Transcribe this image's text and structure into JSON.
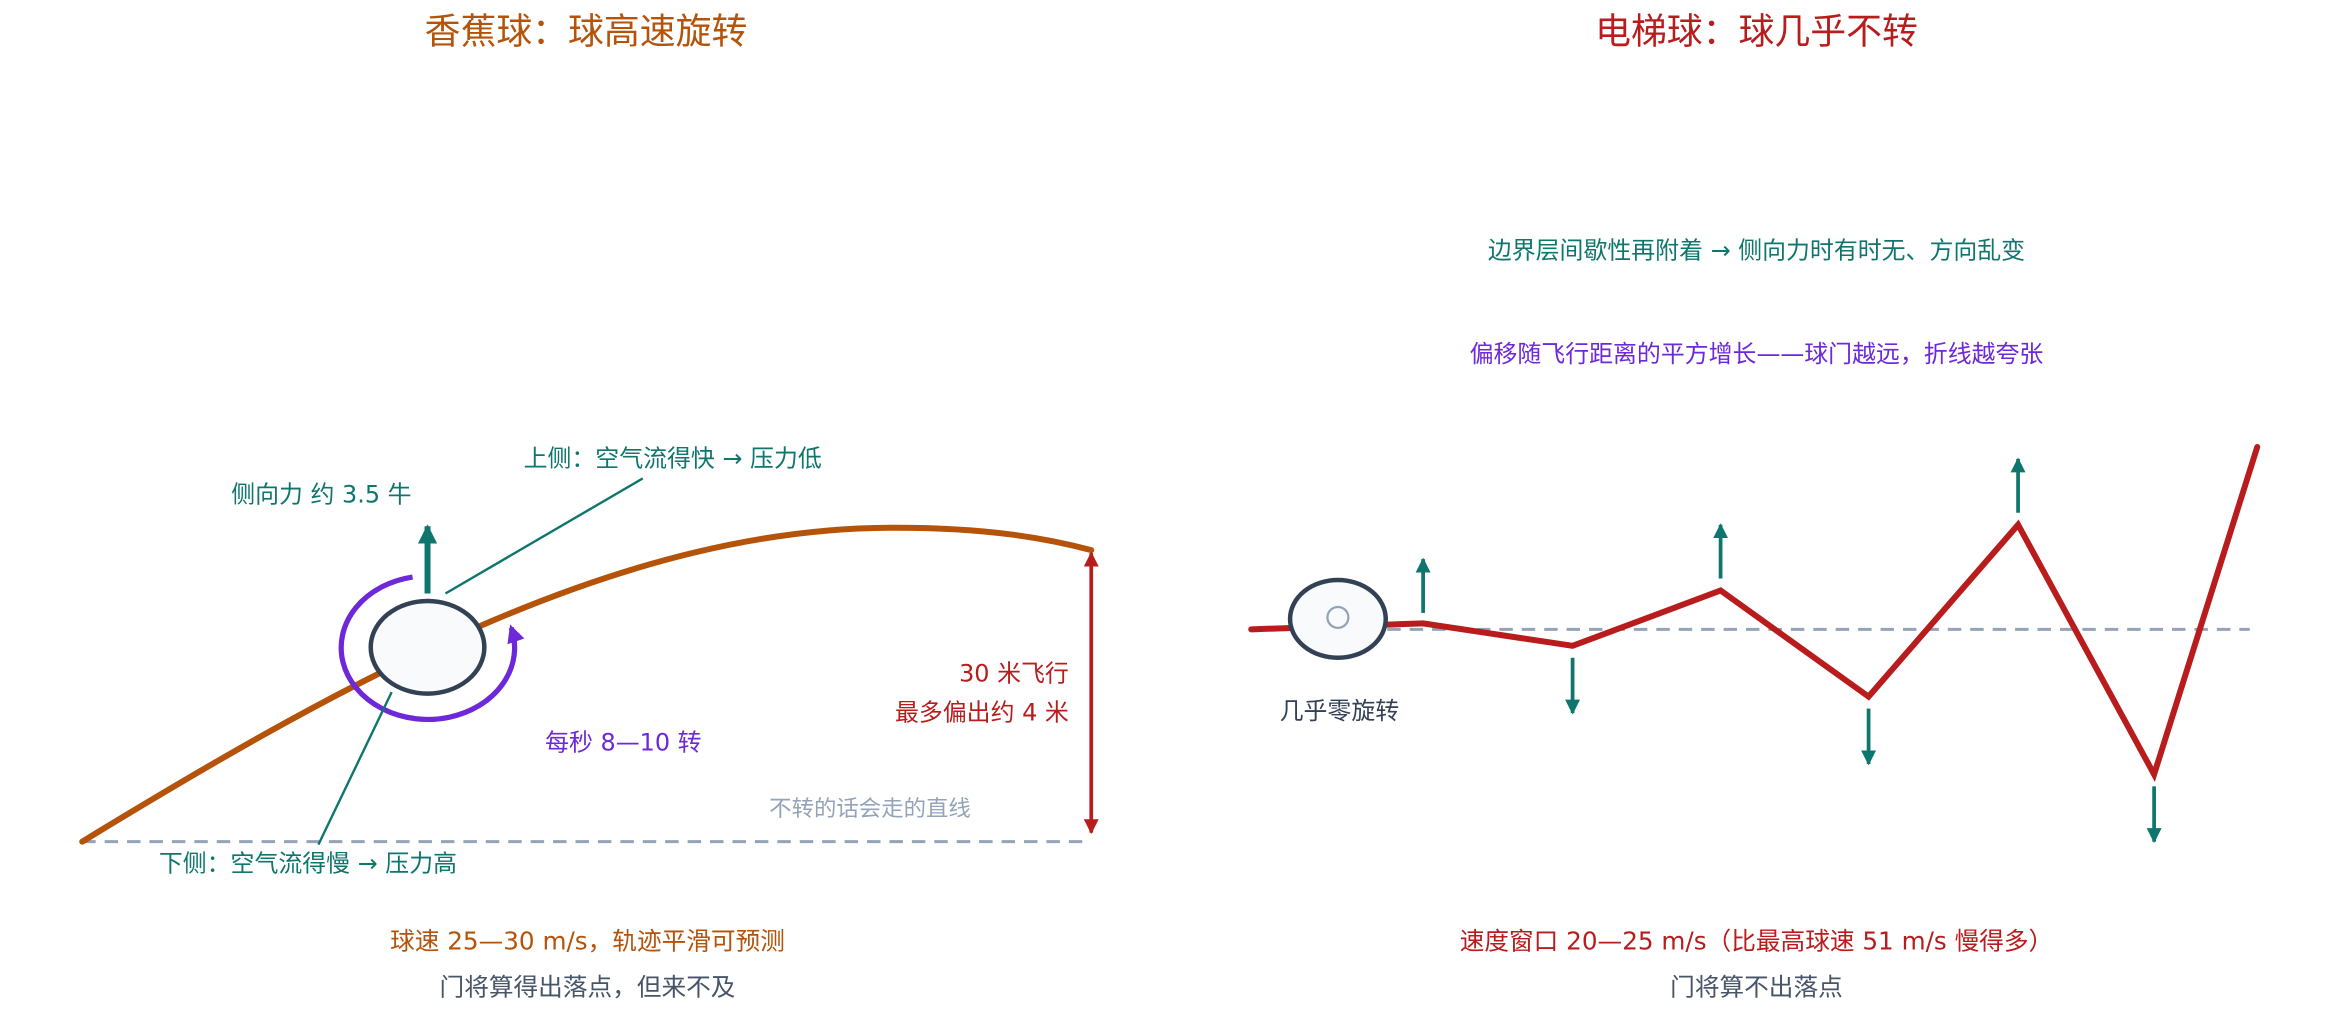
{
  "left_panel": {
    "title": "香蕉球：球高速旋转",
    "force_label": "侧向力 约 3.5 牛",
    "top_side_label": "上侧：空气流得快 → 压力低",
    "bottom_side_label": "下侧：空气流得慢 → 压力高",
    "spin_rate_label": "每秒 8—10 转",
    "straight_line_label": "不转的话会走的直线",
    "deviation_line1": "30 米飞行",
    "deviation_line2": "最多偏出约 4 米",
    "caption_line1": "球速 25—30 m/s，轨迹平滑可预测",
    "caption_line2": "门将算得出落点，但来不及"
  },
  "right_panel": {
    "title": "电梯球：球几乎不转",
    "note_line1": "边界层间歇性再附着 → 侧向力时有时无、方向乱变",
    "note_line2": "偏移随飞行距离的平方增长——球门越远，折线越夸张",
    "ball_label": "几乎零旋转",
    "caption_line1": "速度窗口 20—25 m/s（比最高球速 51 m/s 慢得多）",
    "caption_line2": "门将算不出落点"
  },
  "colors": {
    "banana": "#b45309",
    "knuckle": "#b91c1c",
    "teal": "#0f766e",
    "purple": "#6d28d9",
    "guide": "#94a3b8",
    "ink": "#334155",
    "muted": "#475569",
    "ball-fill": "#f8fafc"
  }
}
